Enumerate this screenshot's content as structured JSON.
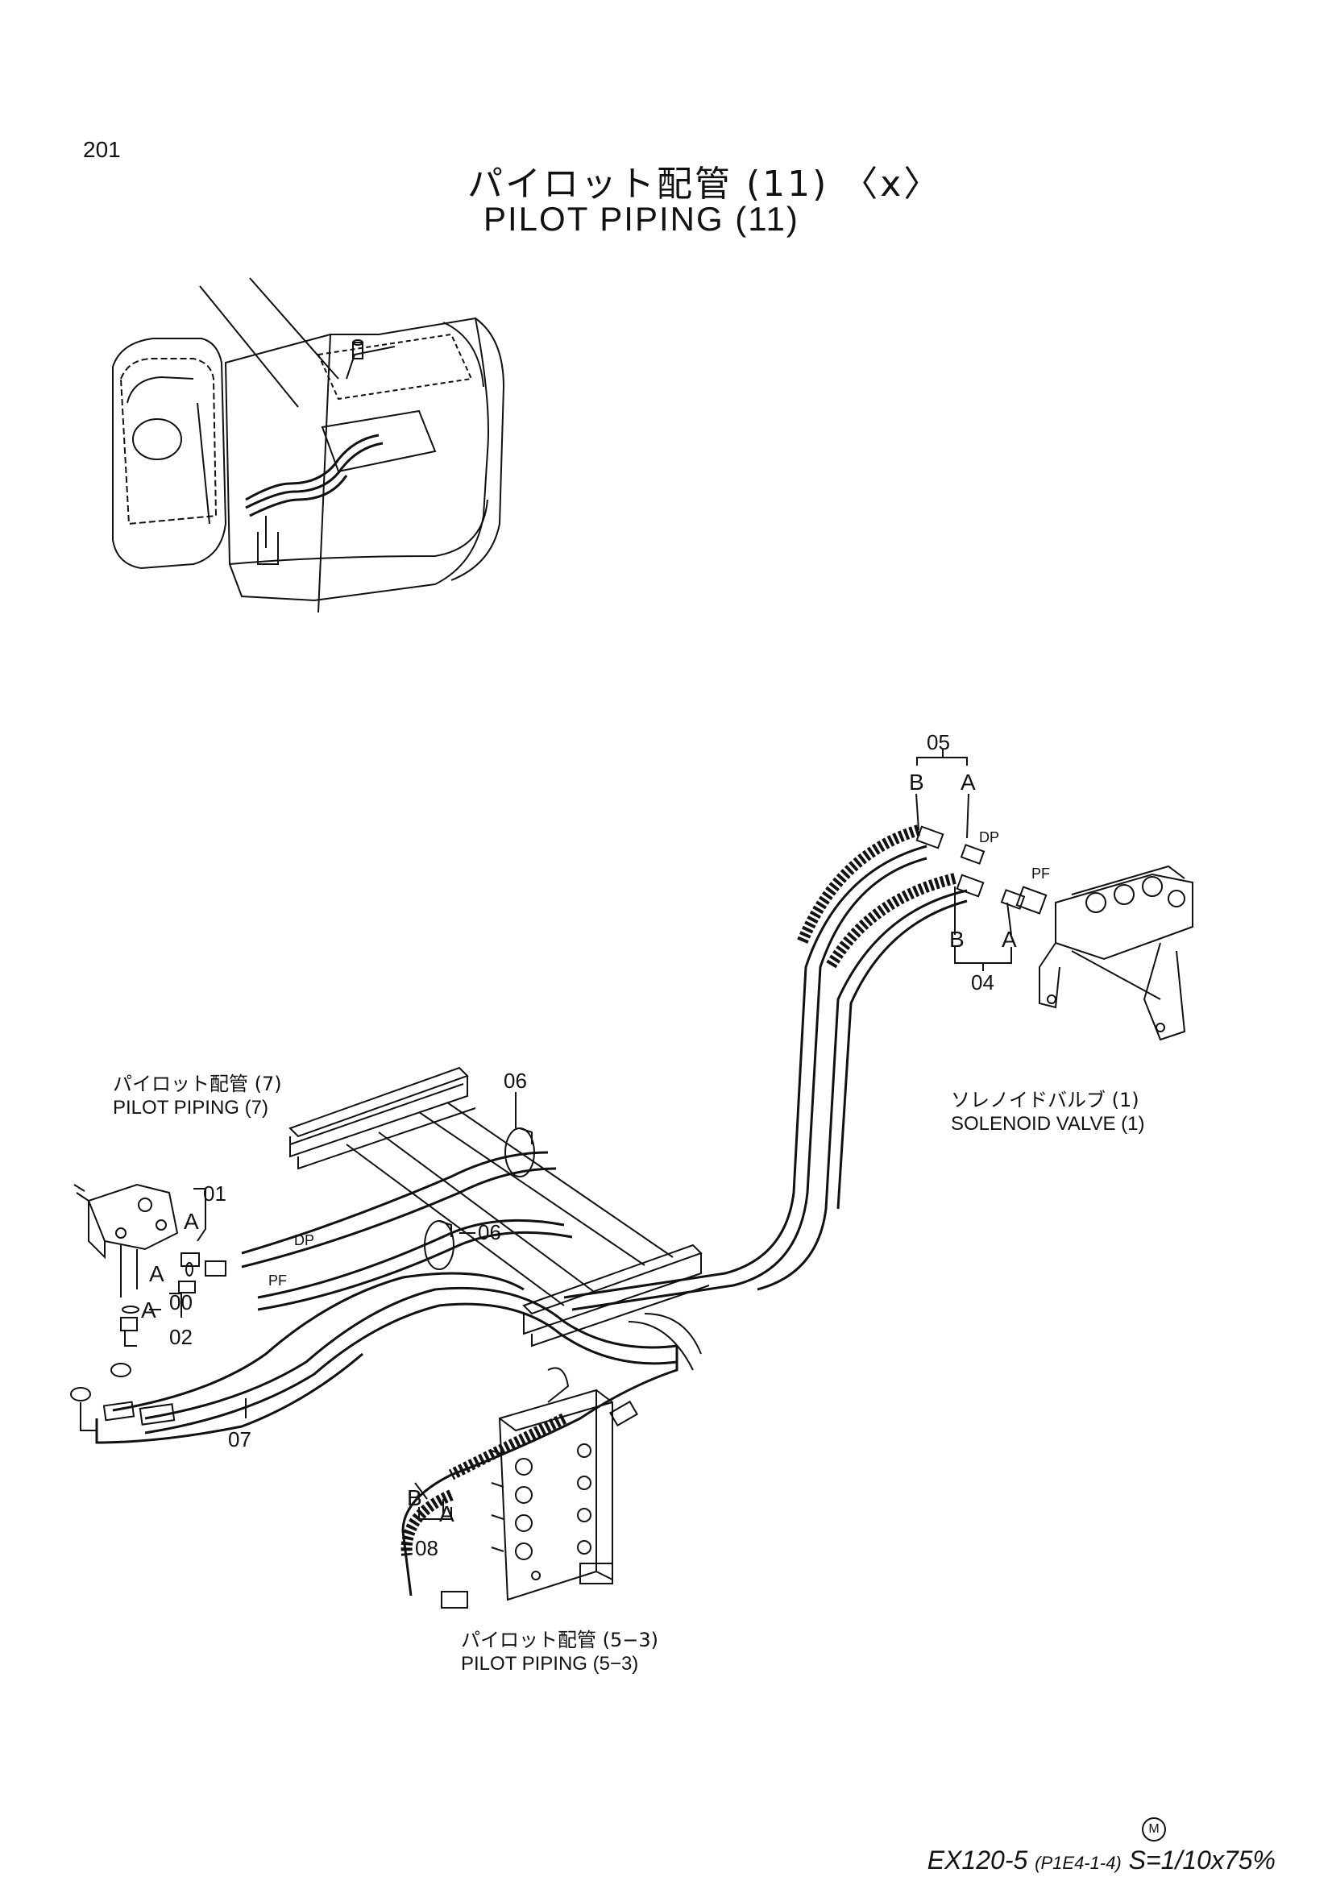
{
  "page_number": "201",
  "title_jp": "パイロット配管 (11) 〈x〉",
  "title_en": "PILOT  PIPING (11)",
  "refs": {
    "pilot_piping_7": {
      "jp": "パイロット配管 (7)",
      "en": "PILOT  PIPING (7)"
    },
    "solenoid_valve": {
      "jp": "ソレノイドバルブ (1)",
      "en": "SOLENOID  VALVE (1)"
    },
    "pilot_piping_5_3": {
      "jp": "パイロット配管 (5−3)",
      "en": "PILOT  PIPING (5−3)"
    }
  },
  "callouts": {
    "c05": "05",
    "c05_b": "B",
    "c05_a": "A",
    "dp_right": "DP",
    "pf_right": "PF",
    "c04_b": "B",
    "c04_a": "A",
    "c04": "04",
    "c06_top": "06",
    "c06_mid": "06",
    "c01": "01",
    "c01_a": "A",
    "dp_left": "DP",
    "pf_left": "PF",
    "c00_a": "A",
    "c00": "00",
    "c02_a": "A",
    "c02": "02",
    "c07": "07",
    "c08_b": "B",
    "c08_a": "A",
    "c08": "08"
  },
  "footer": {
    "model": "EX120-5",
    "code": "(P1E4-1-4)",
    "scale": "S=1/10x75%",
    "mark": "M"
  }
}
